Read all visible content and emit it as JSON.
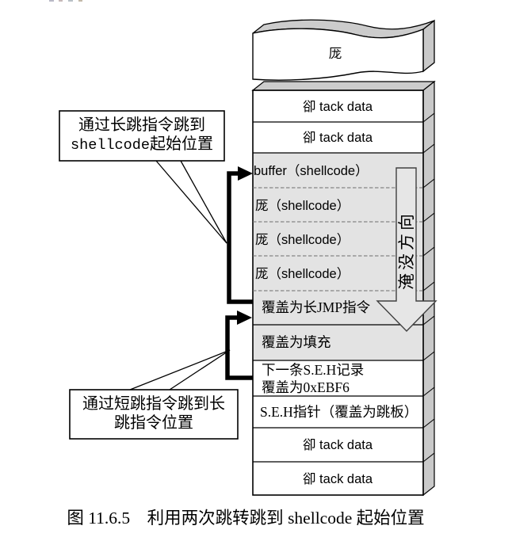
{
  "figure": {
    "caption": "图 11.6.5　利用两次跳转跳到 shellcode 起始位置"
  },
  "stack": {
    "top_block": {
      "label": "厐"
    },
    "rows": [
      {
        "label": "卻 tack data"
      },
      {
        "label": "卻 tack data"
      },
      {
        "label": "buffer（shellcode）"
      },
      {
        "label": "厐（shellcode）"
      },
      {
        "label": "厐（shellcode）"
      },
      {
        "label": "厐（shellcode）"
      },
      {
        "label": "覆盖为长JMP指令"
      },
      {
        "label": "覆盖为填充"
      },
      {
        "line1": "下一条S.E.H记录",
        "line2": "覆盖为0xEBF6"
      },
      {
        "label": "S.E.H指针（覆盖为跳板）"
      },
      {
        "label": "卻 tack data"
      },
      {
        "label": "卻 tack data"
      }
    ],
    "overflow_arrow": {
      "label": "淹没方向"
    }
  },
  "callouts": {
    "long_jump": {
      "line1": "通过长跳指令跳到",
      "line2_code": "shellcode",
      "line2_rest": "起始位置"
    },
    "short_jump": {
      "line1": "通过短跳指令跳到长",
      "line2": "跳指令位置"
    }
  },
  "colors": {
    "row_shaded": "#e3e3e3",
    "row_plain": "#ffffff",
    "side_face": "#c9c9c9",
    "top_face": "#cccccc",
    "overflow_arrow_fill": "#e6e6e6",
    "line": "#000000"
  }
}
